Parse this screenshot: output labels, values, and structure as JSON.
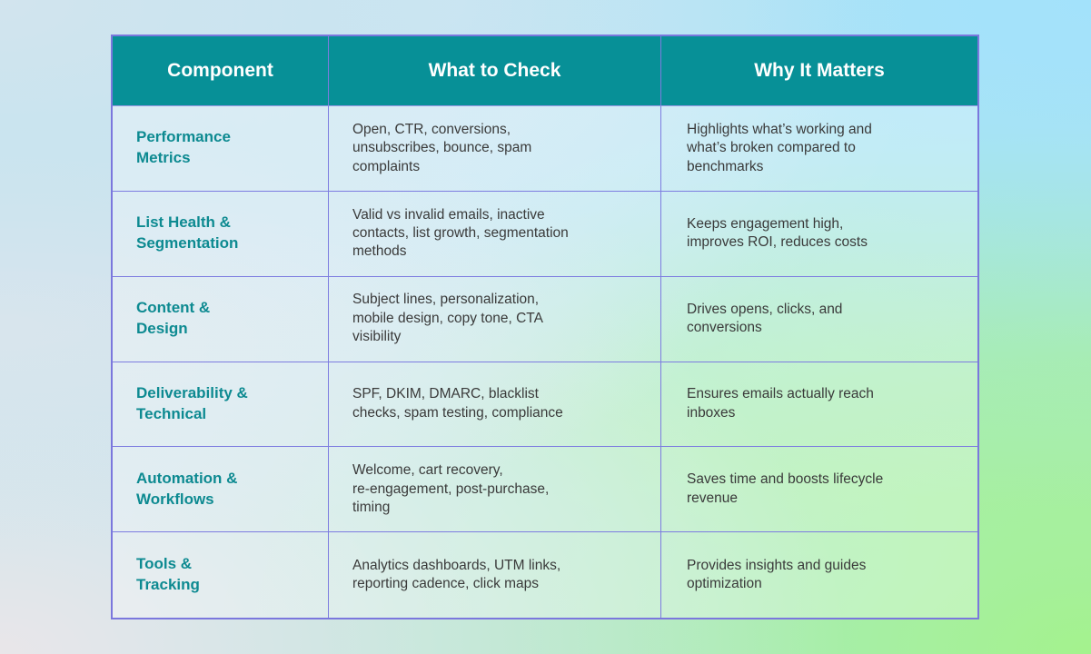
{
  "chart_data": {
    "type": "table",
    "columns": [
      "Component",
      "What to Check",
      "Why It Matters"
    ],
    "rows": [
      {
        "component": "Performance\nMetrics",
        "what_to_check": "Open, CTR, conversions,\nunsubscribes, bounce, spam\ncomplaints",
        "why_it_matters": "Highlights what’s working and\nwhat’s broken compared to\nbenchmarks"
      },
      {
        "component": "List Health &\nSegmentation",
        "what_to_check": "Valid vs invalid emails, inactive\ncontacts, list growth, segmentation\nmethods",
        "why_it_matters": "Keeps engagement high,\nimproves ROI, reduces costs"
      },
      {
        "component": "Content &\nDesign",
        "what_to_check": "Subject lines, personalization,\nmobile design, copy tone, CTA\nvisibility",
        "why_it_matters": "Drives opens, clicks, and\nconversions"
      },
      {
        "component": "Deliverability &\nTechnical",
        "what_to_check": "SPF, DKIM, DMARC, blacklist\nchecks, spam testing, compliance",
        "why_it_matters": "Ensures emails actually reach\ninboxes"
      },
      {
        "component": "Automation &\nWorkflows",
        "what_to_check": "Welcome, cart recovery,\nre-engagement, post-purchase,\ntiming",
        "why_it_matters": "Saves time and boosts lifecycle\nrevenue"
      },
      {
        "component": "Tools &\nTracking",
        "what_to_check": "Analytics dashboards, UTM links,\nreporting cadence, click maps",
        "why_it_matters": "Provides insights and guides\noptimization"
      }
    ],
    "layout": {
      "legend": "none",
      "grid": "table-borders"
    }
  },
  "colors": {
    "header_background": "#079097",
    "header_text": "#ffffff",
    "row_label_teal": "#0d8a91",
    "body_text": "#3a3a3a",
    "border_purple": "#7d7ce0",
    "background_top_left": "#d0e4ee",
    "background_top_right": "#a3e2fb",
    "background_bottom_left": "#e9e6e9",
    "background_bottom_right": "#a4f28d"
  }
}
